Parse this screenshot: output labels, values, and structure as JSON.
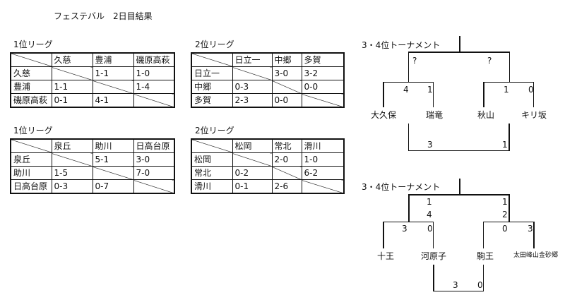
{
  "title": "フェステバル　2日目結果",
  "leagues": [
    {
      "name": "1位リーグ",
      "teams": [
        "久慈",
        "豊浦",
        "磯原高萩"
      ],
      "results": [
        [
          "",
          "1-1",
          "1-0"
        ],
        [
          "1-1",
          "",
          "1-4"
        ],
        [
          "0-1",
          "4-1",
          ""
        ]
      ]
    },
    {
      "name": "2位リーグ",
      "teams": [
        "日立一",
        "中郷",
        "多賀"
      ],
      "results": [
        [
          "",
          "3-0",
          "3-2"
        ],
        [
          "0-3",
          "",
          "0-0"
        ],
        [
          "2-3",
          "0-0",
          ""
        ]
      ]
    },
    {
      "name": "1位リーグ",
      "teams": [
        "泉丘",
        "助川",
        "日高台原"
      ],
      "results": [
        [
          "",
          "5-1",
          "3-0"
        ],
        [
          "1-5",
          "",
          "7-0"
        ],
        [
          "0-3",
          "0-7",
          ""
        ]
      ]
    },
    {
      "name": "2位リーグ",
      "teams": [
        "松岡",
        "常北",
        "滑川"
      ],
      "results": [
        [
          "",
          "2-0",
          "1-0"
        ],
        [
          "0-2",
          "",
          "6-2"
        ],
        [
          "0-1",
          "2-6",
          ""
        ]
      ]
    }
  ],
  "tournaments": [
    {
      "name": "3・4位トーナメント",
      "teams": [
        "大久保",
        "瑞竜",
        "秋山",
        "キリ坂"
      ],
      "top_marks": [
        "?",
        "?"
      ],
      "semi_scores": [
        [
          "4",
          "1"
        ],
        [
          "1",
          "0"
        ]
      ],
      "final_scores": [
        "3",
        "1"
      ]
    },
    {
      "name": "3・4位トーナメント",
      "teams": [
        "十王",
        "河原子",
        "駒王",
        "太田峰山金砂郷"
      ],
      "top_scores": [
        [
          "1",
          "4"
        ],
        [
          "1",
          "2"
        ]
      ],
      "semi_scores": [
        [
          "3",
          "0"
        ],
        [
          "0",
          "3"
        ]
      ],
      "final_scores": [
        "3",
        "0"
      ]
    }
  ]
}
